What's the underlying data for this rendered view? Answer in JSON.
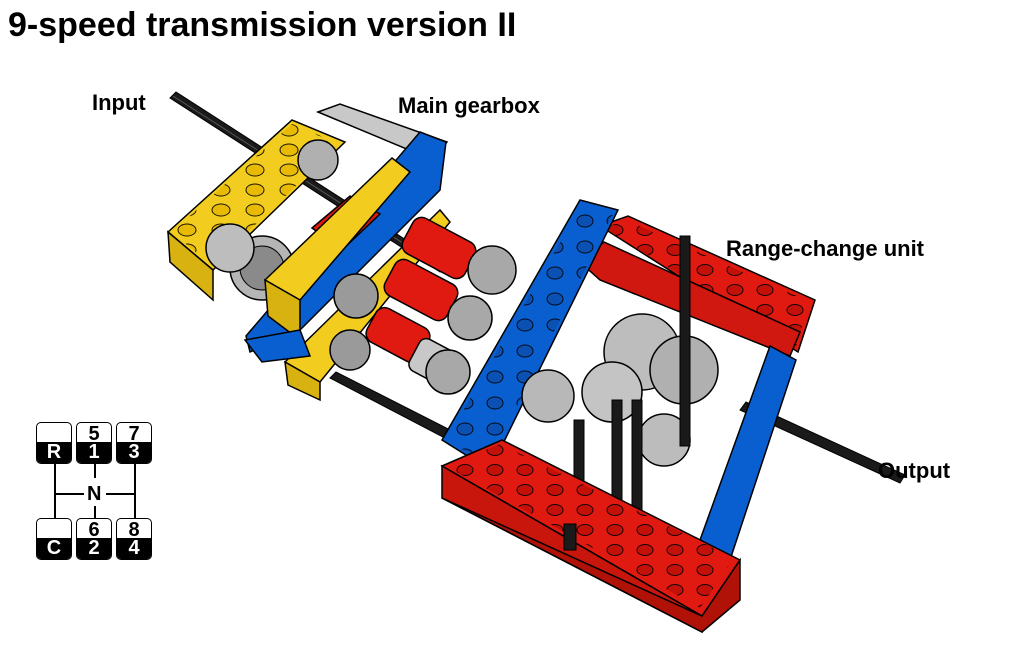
{
  "title": "9-speed transmission version II",
  "labels": {
    "input": "Input",
    "main_gearbox": "Main gearbox",
    "range_change": "Range-change unit",
    "output": "Output"
  },
  "shift_pattern": {
    "top_row": [
      {
        "upper": "",
        "lower": "R"
      },
      {
        "upper": "5",
        "lower": "1"
      },
      {
        "upper": "7",
        "lower": "3"
      }
    ],
    "neutral": "N",
    "bottom_row": [
      {
        "upper": "",
        "lower": "C"
      },
      {
        "upper": "6",
        "lower": "2"
      },
      {
        "upper": "8",
        "lower": "4"
      }
    ]
  },
  "colors": {
    "yellow": "#f2cd1f",
    "blue": "#0a5fd0",
    "red": "#e01a10",
    "grey": "#c8c8c8",
    "dark_grey": "#6e6e6e",
    "axle": "#1a1a1a"
  }
}
